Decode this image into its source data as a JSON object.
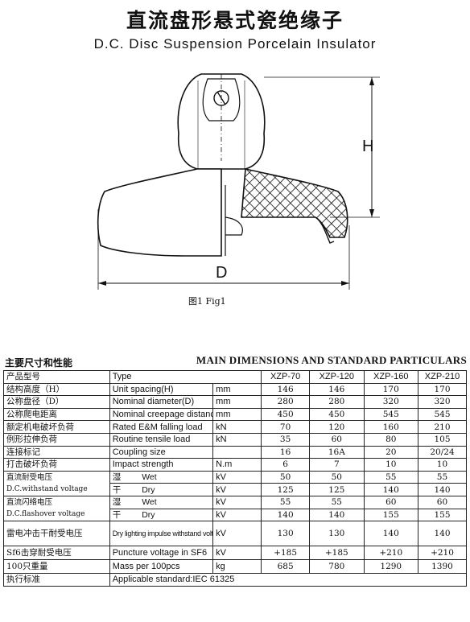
{
  "title_cn": "直流盘形悬式瓷绝缘子",
  "title_en": "D.C. Disc Suspension Porcelain Insulator",
  "drawing": {
    "dim_h": "H",
    "dim_d": "D"
  },
  "fig_caption": "图1  Fig1",
  "section_cn": "主要尺寸和性能",
  "section_en": "MAIN DIMENSIONS AND STANDARD PARTICULARS",
  "table": {
    "header": {
      "cn": "产品型号",
      "en": "Type",
      "models": [
        "XZP-70",
        "XZP-120",
        "XZP-160",
        "XZP-210"
      ]
    },
    "rows": [
      {
        "cn": "结构高度（H）",
        "en": "Unit spacing(H)",
        "unit": "mm",
        "values": [
          "146",
          "146",
          "170",
          "170"
        ]
      },
      {
        "cn": "公称盘径（D）",
        "en": "Nominal diameter(D)",
        "unit": "mm",
        "values": [
          "280",
          "280",
          "320",
          "320"
        ]
      },
      {
        "cn": "公称爬电距离",
        "en": "Nominal creepage distance",
        "unit": "mm",
        "values": [
          "450",
          "450",
          "545",
          "545"
        ]
      },
      {
        "cn": "额定机电破坏负荷",
        "en": "Rated E&M falling load",
        "unit": "kN",
        "values": [
          "70",
          "120",
          "160",
          "210"
        ]
      },
      {
        "cn": "例形拉伸负荷",
        "en": "Routine tensile load",
        "unit": "kN",
        "values": [
          "35",
          "60",
          "80",
          "105"
        ]
      },
      {
        "cn": "连接标记",
        "en": "Coupling size",
        "unit": "",
        "values": [
          "16",
          "16A",
          "20",
          "20/24"
        ]
      },
      {
        "cn": "打击破坏负荷",
        "en": "Impact strength",
        "unit": "N.m",
        "values": [
          "6",
          "7",
          "10",
          "10"
        ]
      }
    ],
    "withstand": {
      "cn": "直流耐受电压",
      "en": "D.C.withstand voltage",
      "wet_cn": "湿",
      "wet_en": "Wet",
      "dry_cn": "干",
      "dry_en": "Dry",
      "unit": "kV",
      "wet_values": [
        "50",
        "50",
        "55",
        "55"
      ],
      "dry_values": [
        "125",
        "125",
        "140",
        "140"
      ]
    },
    "flashover": {
      "cn": "直流闪络电压",
      "en": "D.C.flashover voltage",
      "wet_cn": "湿",
      "wet_en": "Wet",
      "dry_cn": "干",
      "dry_en": "Dry",
      "unit": "kV",
      "wet_values": [
        "55",
        "55",
        "60",
        "60"
      ],
      "dry_values": [
        "140",
        "140",
        "155",
        "155"
      ]
    },
    "impulse": {
      "cn": "雷电冲击干耐受电压",
      "en": "Dry lighting impulse withstand voltage",
      "unit": "kV",
      "values": [
        "130",
        "130",
        "140",
        "140"
      ]
    },
    "sf6": {
      "cn": "Sf6击穿耐受电压",
      "en": "Puncture voltage in SF6",
      "unit": "kV",
      "values": [
        "+185",
        "+185",
        "+210",
        "+210"
      ]
    },
    "mass": {
      "cn": "100只重量",
      "en": "Mass per 100pcs",
      "unit": "kg",
      "values": [
        "685",
        "780",
        "1290",
        "1390"
      ]
    },
    "standard": {
      "cn": "执行标准",
      "en": "Applicable standard:IEC 61325"
    }
  }
}
